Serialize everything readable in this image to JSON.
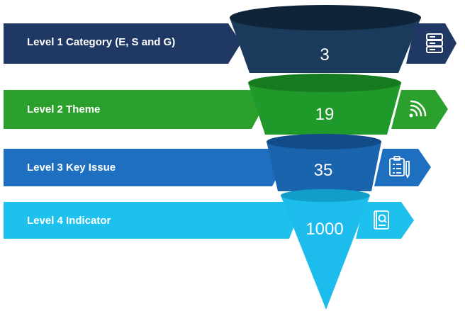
{
  "levels": [
    {
      "label": "Level 1 Category (E, S and G)",
      "value": "3",
      "icon": "server-stack-icon",
      "color": "#1f3864",
      "funnel_color": "#1a3b5c",
      "funnel_top": "#0f2438"
    },
    {
      "label": "Level 2 Theme",
      "value": "19",
      "icon": "feed-signal-icon",
      "color": "#2ca02c",
      "funnel_color": "#1f9a2a",
      "funnel_top": "#167a1f"
    },
    {
      "label": "Level 3 Key Issue",
      "value": "35",
      "icon": "clipboard-checklist-icon",
      "color": "#1e6fc0",
      "funnel_color": "#1a64ae",
      "funnel_top": "#124c88"
    },
    {
      "label": "Level 4 Indicator",
      "value": "1000",
      "icon": "notebook-search-icon",
      "color": "#1ec0ee",
      "funnel_color": "#1cbcec",
      "funnel_top": "#119fca"
    }
  ]
}
